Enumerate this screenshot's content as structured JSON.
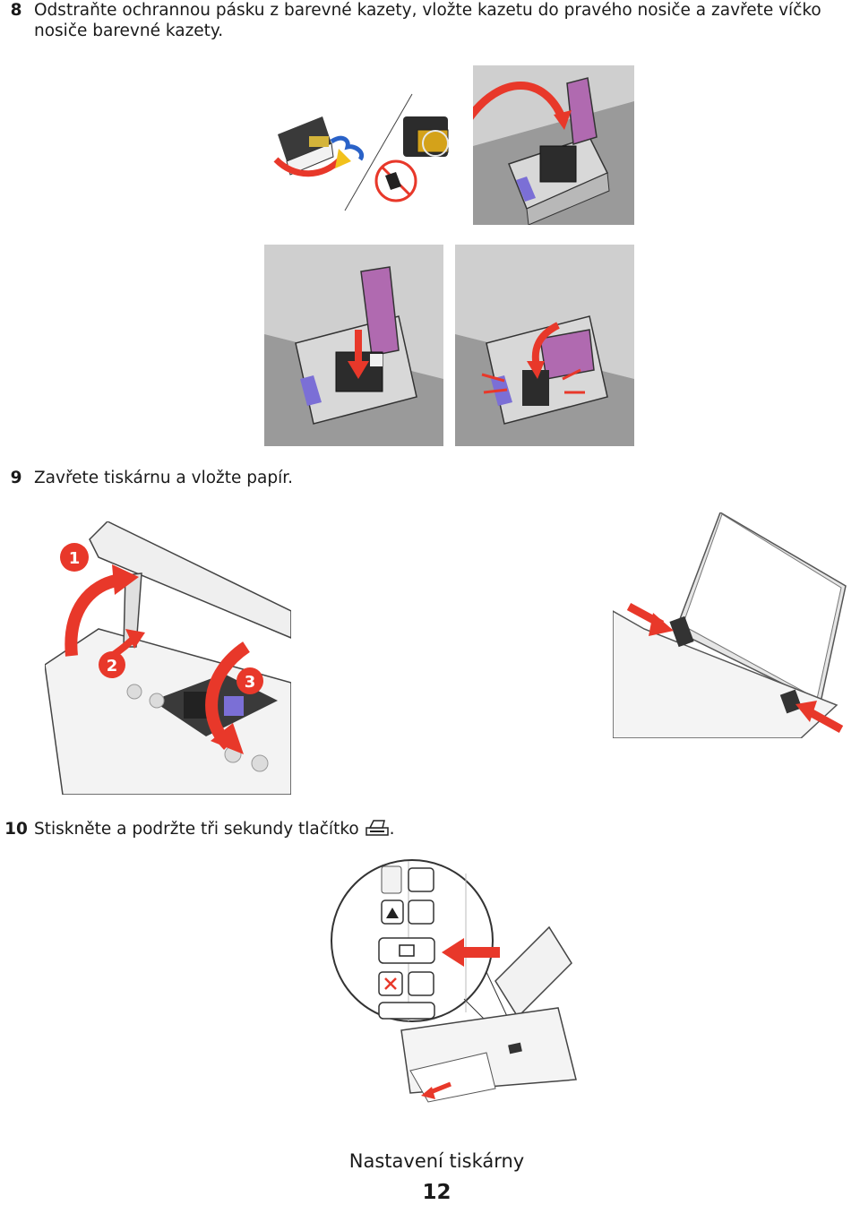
{
  "steps": [
    {
      "number": "8",
      "text": "Odstraňte ochrannou pásku z barevné kazety, vložte kazetu do pravého nosiče a zavřete víčko nosiče barevné kazety."
    },
    {
      "number": "9",
      "text": "Zavřete tiskárnu a vložte papír."
    },
    {
      "number": "10",
      "text_before_icon": "Stiskněte a podržte tři sekundy tlačítko",
      "text_after_icon": ".",
      "icon": "scan-copy-button-icon"
    }
  ],
  "illustrations": {
    "step8": [
      "remove-tape-illustration",
      "carrier-insert-illustration",
      "close-lid-illustration",
      "lid-closed-illustration"
    ],
    "step9": {
      "close_printer_callouts": [
        "1",
        "2",
        "3"
      ],
      "load_paper": "load-paper-illustration"
    },
    "step10": "press-button-illustration"
  },
  "colors": {
    "arrow": "#e8382a",
    "carrier_gray": "#9a9a9a",
    "cartridge_purple": "#b06ab0",
    "panel_gray": "#cfcfcf"
  },
  "footer": {
    "title": "Nastavení tiskárny",
    "page": "12"
  }
}
